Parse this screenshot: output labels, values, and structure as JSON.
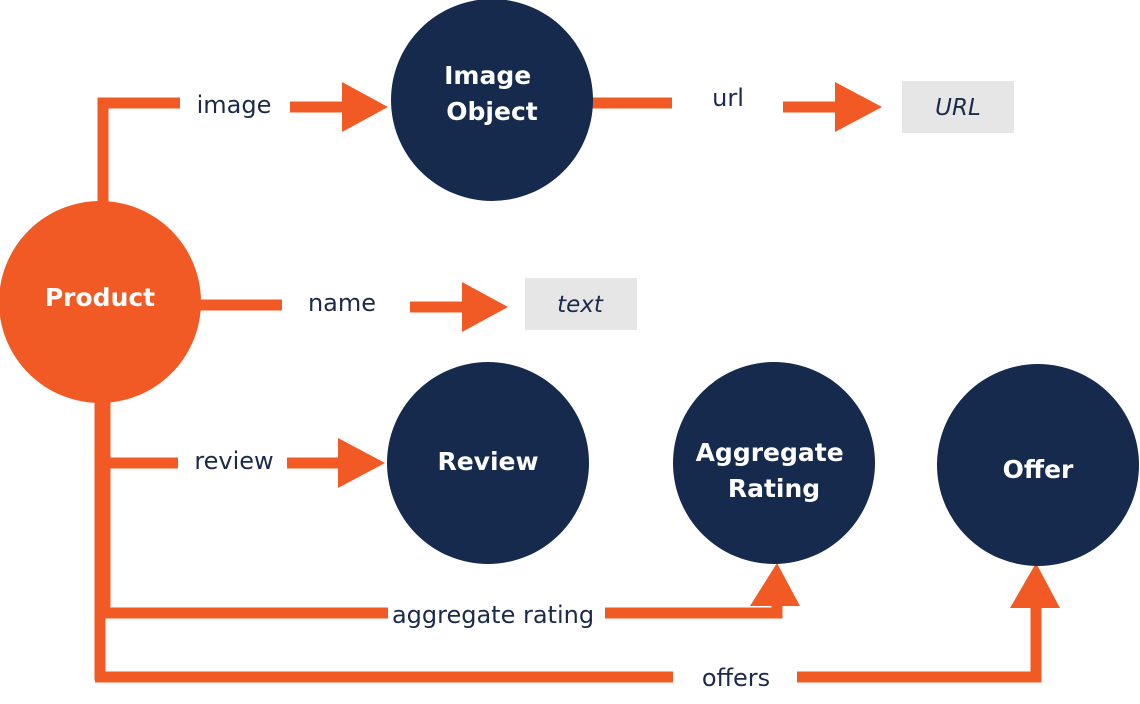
{
  "colors": {
    "accent": "#f15a24",
    "node": "#152a4c",
    "literal_bg": "#e6e6e6",
    "text_dark": "#1b2a4b",
    "text_light": "#ffffff"
  },
  "nodes": {
    "product": "Product",
    "image_object": [
      "Image",
      "Object"
    ],
    "review": "Review",
    "aggregate_rating": [
      "Aggregate",
      "Rating"
    ],
    "offer": "Offer"
  },
  "literals": {
    "url": "URL",
    "text": "text"
  },
  "edges": {
    "image": "image",
    "url": "url",
    "name": "name",
    "review": "review",
    "aggregate_rating": "aggregate rating",
    "offers": "offers"
  }
}
